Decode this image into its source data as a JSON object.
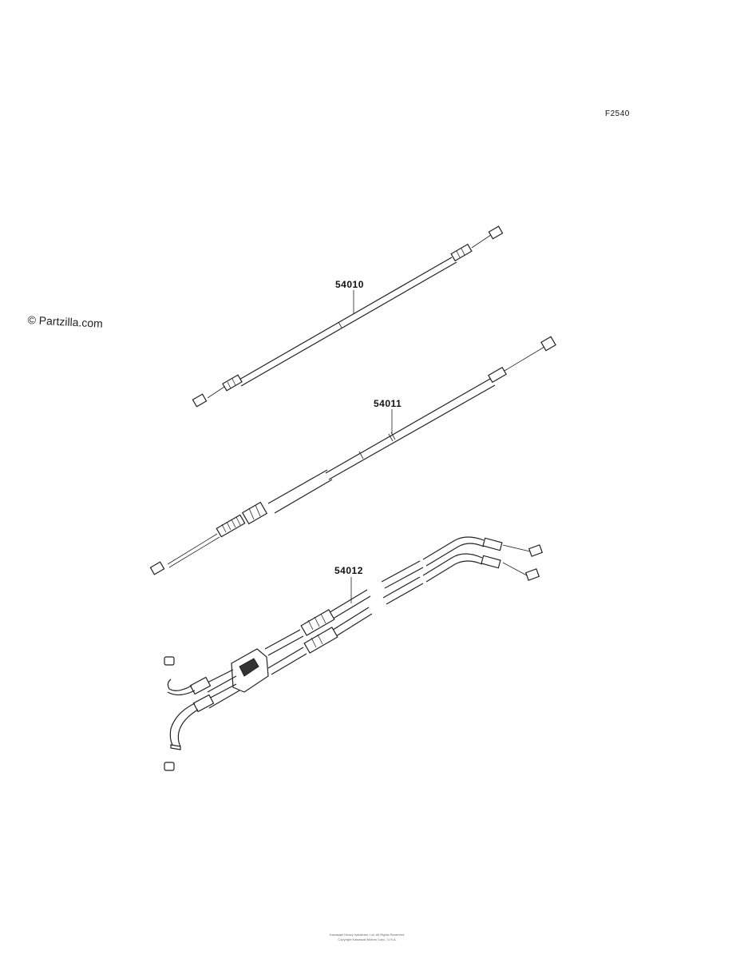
{
  "figure": {
    "code": "F2540"
  },
  "watermark": {
    "text": "© Partzilla.com"
  },
  "callouts": [
    {
      "part_number": "54010"
    },
    {
      "part_number": "54011"
    },
    {
      "part_number": "54012"
    }
  ],
  "footer": {
    "line1": "Kawasaki Heavy Industries, Ltd. All Rights Reserved.",
    "line2": "Copyright Kawasaki Motors Corp., U.S.A."
  }
}
